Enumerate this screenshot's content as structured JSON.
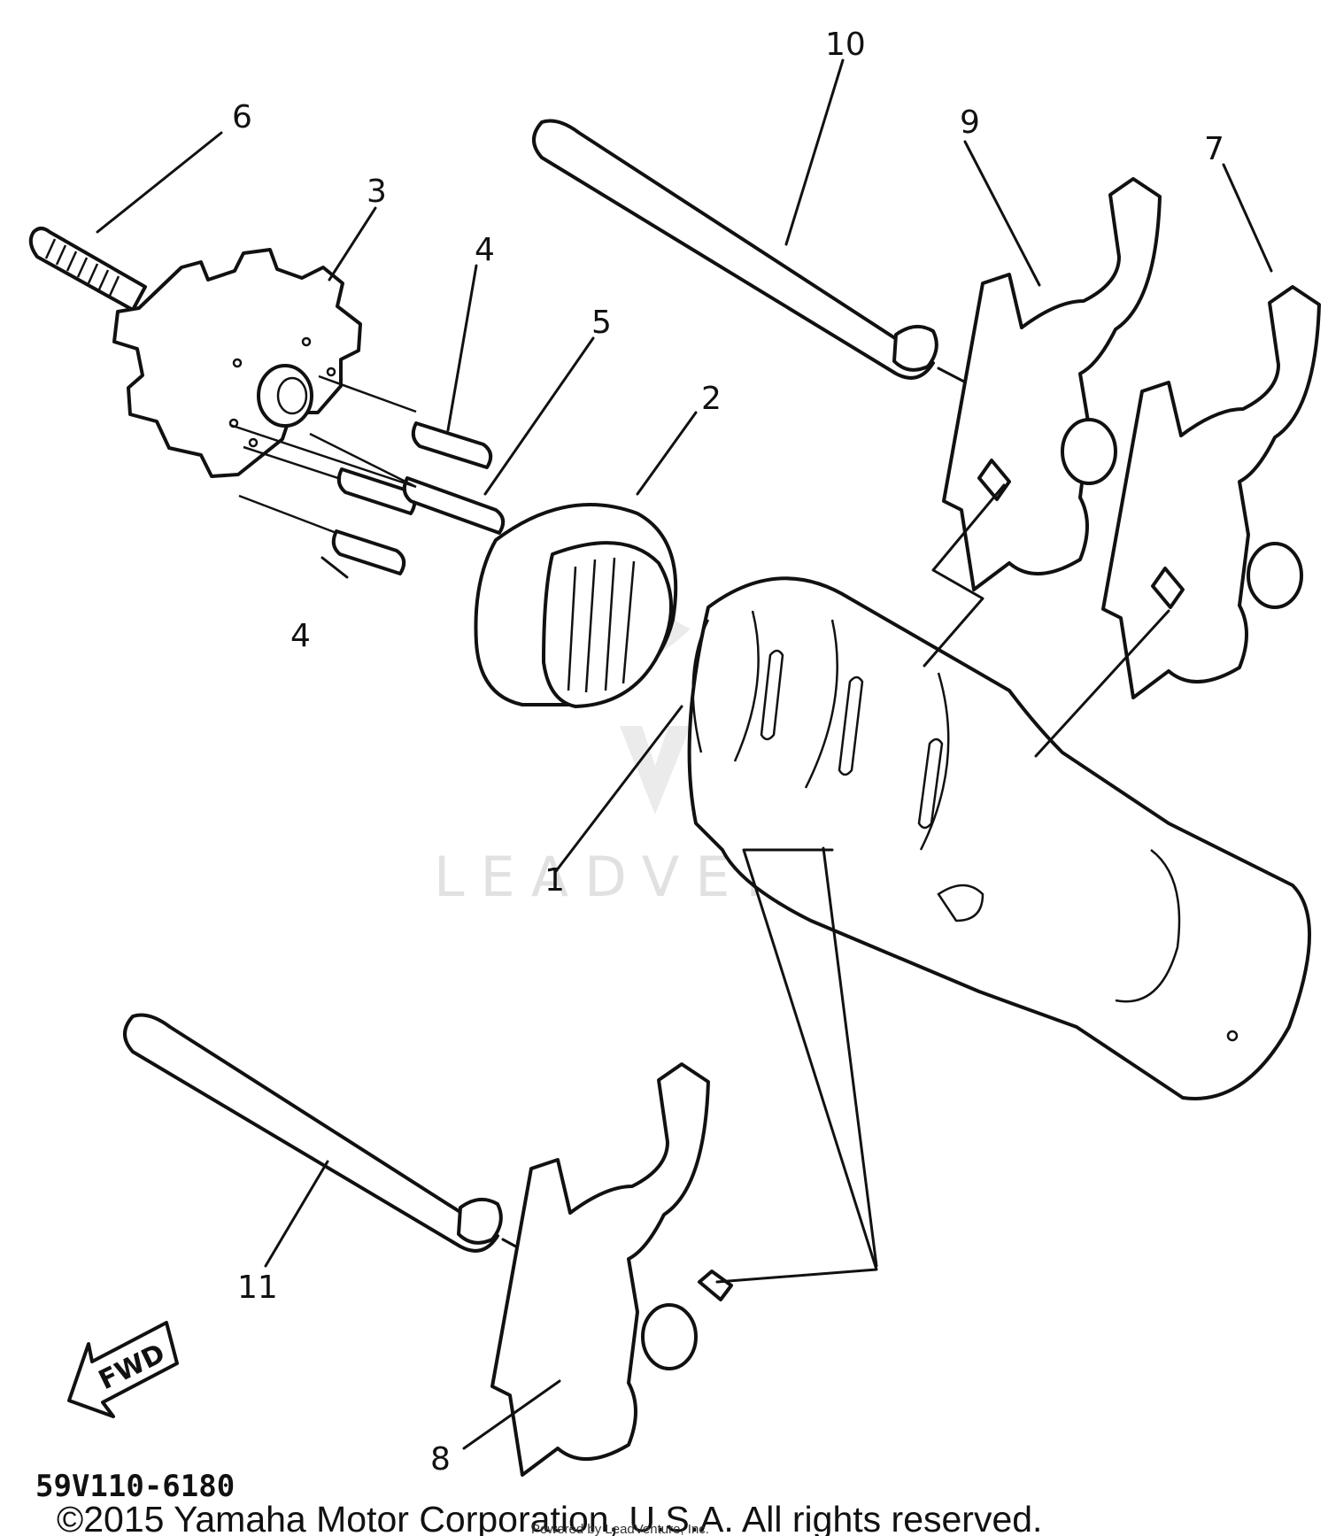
{
  "callouts": [
    {
      "id": "1",
      "label": "1"
    },
    {
      "id": "2",
      "label": "2"
    },
    {
      "id": "3",
      "label": "3"
    },
    {
      "id": "4a",
      "label": "4"
    },
    {
      "id": "4b",
      "label": "4"
    },
    {
      "id": "5",
      "label": "5"
    },
    {
      "id": "6",
      "label": "6"
    },
    {
      "id": "7",
      "label": "7"
    },
    {
      "id": "8",
      "label": "8"
    },
    {
      "id": "9",
      "label": "9"
    },
    {
      "id": "10",
      "label": "10"
    },
    {
      "id": "11",
      "label": "11"
    }
  ],
  "direction_label": "FWD",
  "diagram_code": "59V110-6180",
  "watermark": "LEADVENTURE",
  "copyright": "©2015 Yamaha Motor Corporation, U.S.A. All rights reserved.",
  "powered_by": "Powered by LeadVenture, Inc."
}
